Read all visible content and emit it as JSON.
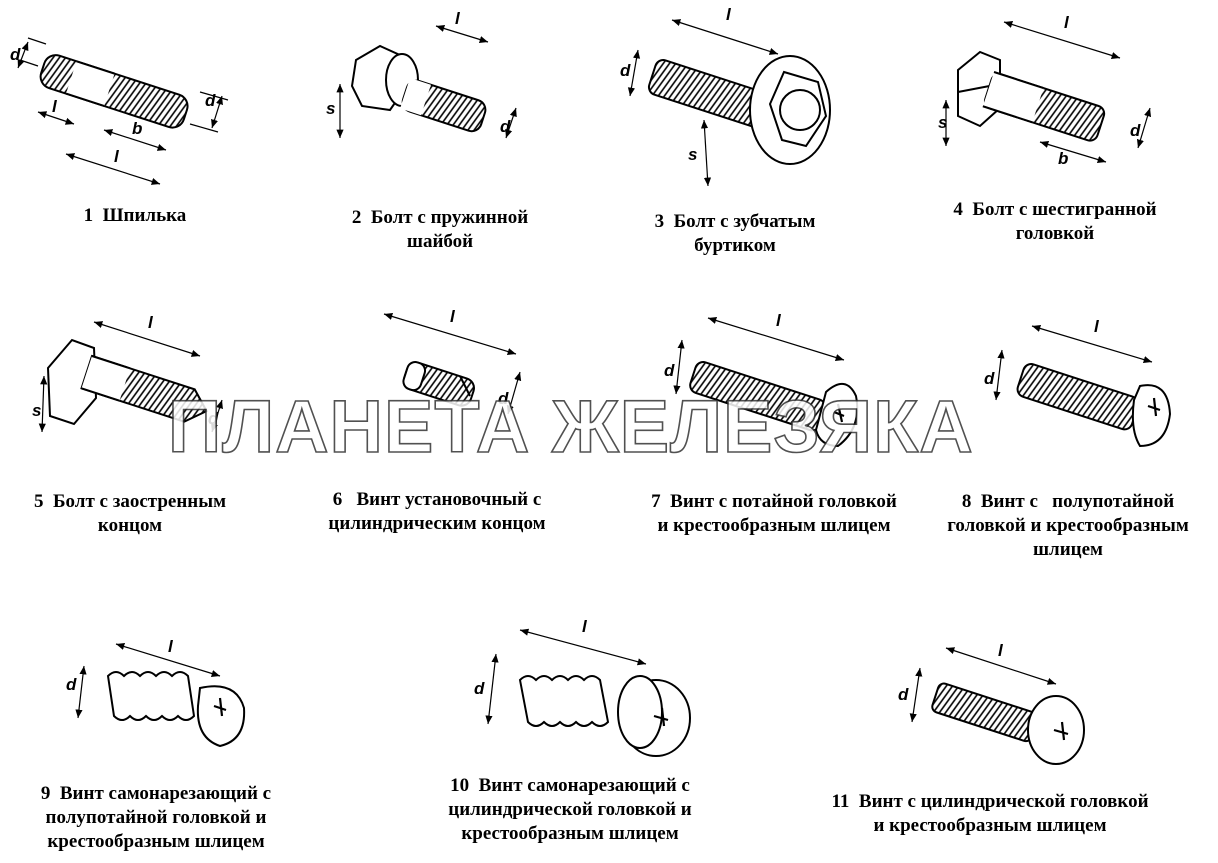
{
  "dimension_letters": {
    "d": "d",
    "l": "l",
    "b": "b",
    "s": "s"
  },
  "captions": [
    {
      "num": "1",
      "lines": [
        "Шпилька"
      ]
    },
    {
      "num": "2",
      "lines": [
        "Болт с пружинной",
        "шайбой"
      ]
    },
    {
      "num": "3",
      "lines": [
        "Болт с зубчатым",
        "буртиком"
      ]
    },
    {
      "num": "4",
      "lines": [
        "Болт с шестигранной",
        "головкой"
      ]
    },
    {
      "num": "5",
      "lines": [
        "Болт с заостренным",
        "концом"
      ]
    },
    {
      "num": "6",
      "lines": [
        "Винт установочный с",
        "цилиндрическим концом"
      ]
    },
    {
      "num": "7",
      "lines": [
        "Винт с потайной головкой",
        "и крестообразным шлицем"
      ]
    },
    {
      "num": "8",
      "lines": [
        "Винт с   полупотайной",
        "головкой и крестообразным",
        "шлицем"
      ]
    },
    {
      "num": "9",
      "lines": [
        "Винт самонарезающий с",
        "полупотайной головкой и",
        "крестообразным шлицем"
      ]
    },
    {
      "num": "10",
      "lines": [
        "Винт самонарезающий с",
        "цилиндрической головкой и",
        "крестообразным шлицем"
      ]
    },
    {
      "num": "11",
      "lines": [
        "Винт с цилиндрической головкой",
        "и крестообразным шлицем"
      ]
    }
  ],
  "watermark": "ПЛАНЕТА ЖЕЛЕЗЯКА"
}
